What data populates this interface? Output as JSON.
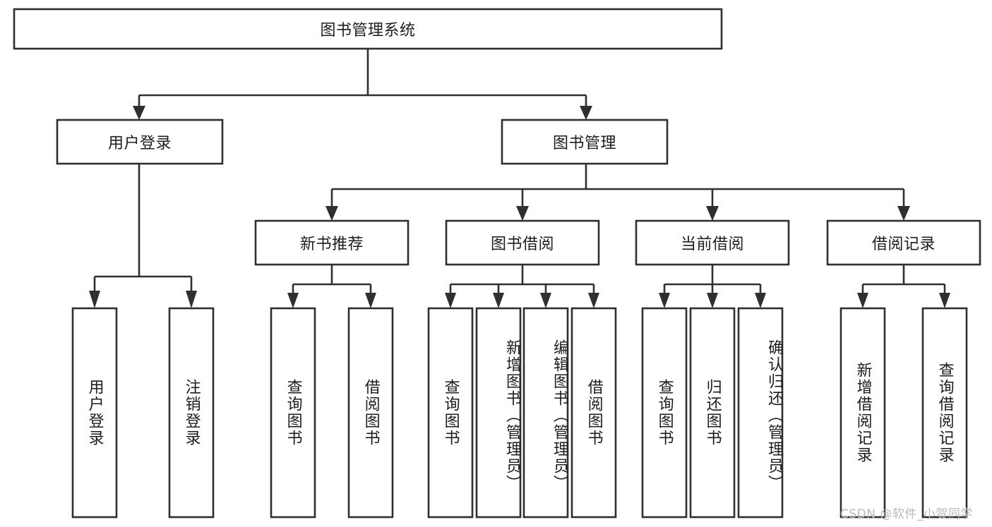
{
  "diagram": {
    "title": "图书管理系统",
    "type": "tree-hierarchy",
    "root": {
      "label": "图书管理系统",
      "level": 1
    },
    "level2": [
      {
        "label": "用户登录"
      },
      {
        "label": "图书管理"
      }
    ],
    "level3": [
      {
        "label": "新书推荐"
      },
      {
        "label": "图书借阅"
      },
      {
        "label": "当前借阅"
      },
      {
        "label": "借阅记录"
      }
    ],
    "leaves": {
      "user_login": [
        {
          "label": "用户登录"
        },
        {
          "label": "注销登录"
        }
      ],
      "new_book_recommend": [
        {
          "label": "查询图书"
        },
        {
          "label": "借阅图书"
        }
      ],
      "book_borrow": [
        {
          "label": "查询图书"
        },
        {
          "label": "新增图书（管理员）"
        },
        {
          "label": "编辑图书（管理员）"
        },
        {
          "label": "借阅图书"
        }
      ],
      "current_borrow": [
        {
          "label": "查询图书"
        },
        {
          "label": "归还图书"
        },
        {
          "label": "确认归还（管理员）"
        }
      ],
      "borrow_records": [
        {
          "label": "新增借阅记录"
        },
        {
          "label": "查询借阅记录"
        }
      ]
    },
    "watermark": "CSDN @软件_小贺同学",
    "colors": {
      "stroke": "#2f2f2f",
      "fill": "#ffffff",
      "text": "#1d1d1d",
      "watermark": "#b9b9b9"
    }
  }
}
